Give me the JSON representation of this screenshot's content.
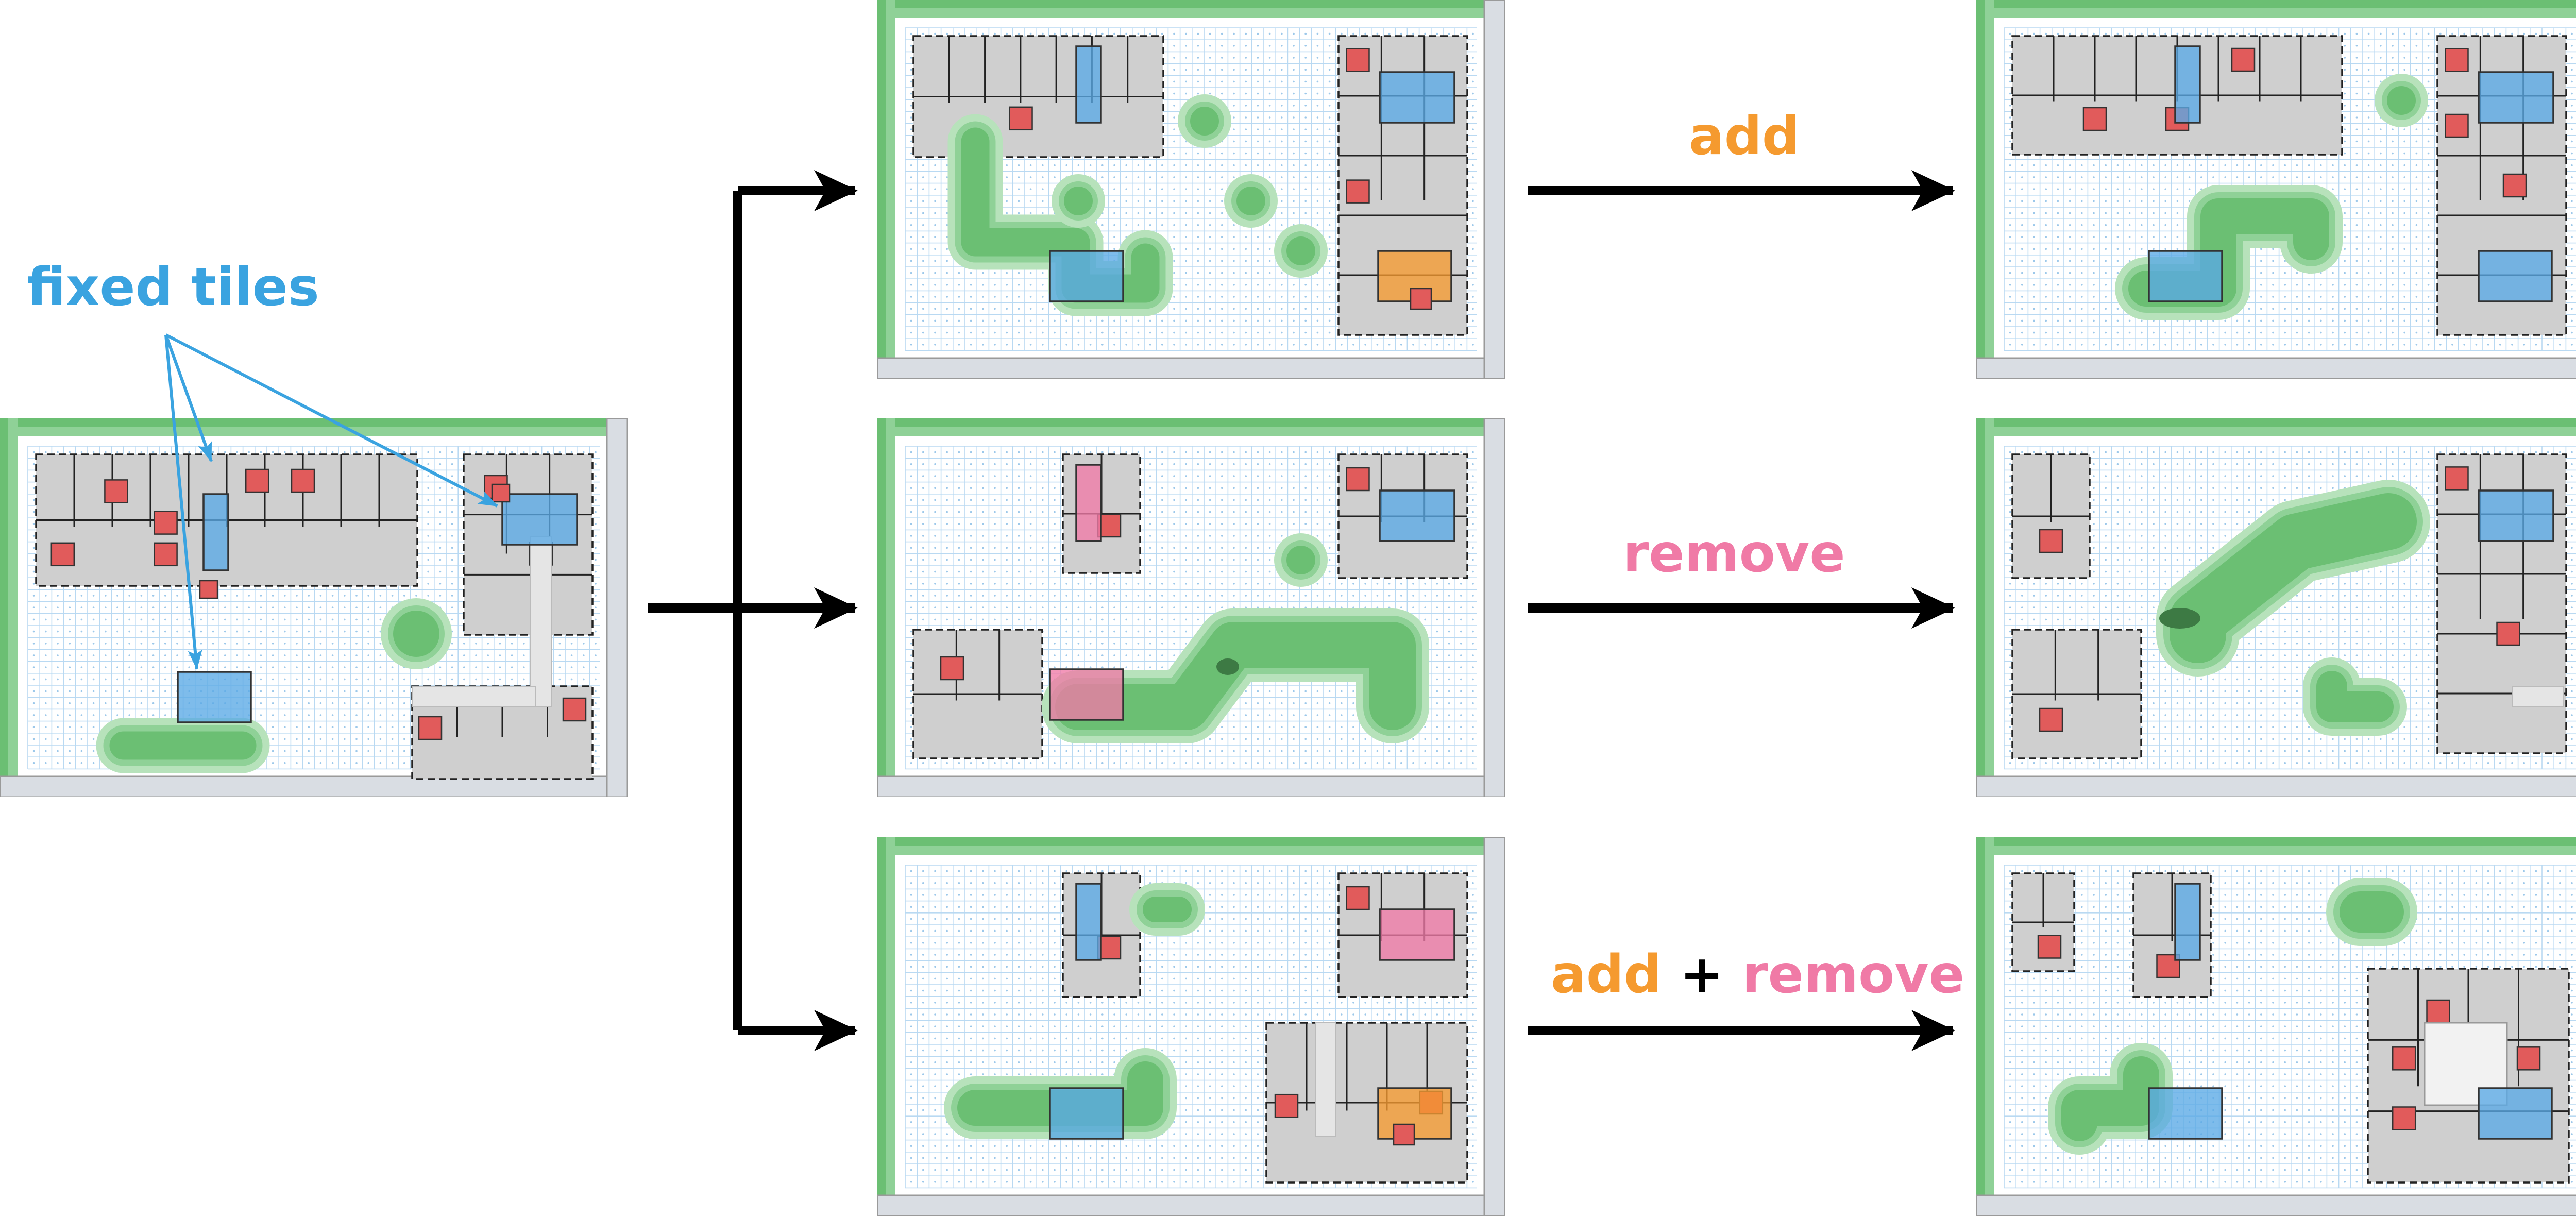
{
  "annotation": {
    "fixed_tiles_label": "fixed tiles"
  },
  "operations": {
    "add": {
      "label": "add"
    },
    "remove": {
      "label": "remove"
    },
    "add_remove": {
      "add_label": "add",
      "plus_label": "+",
      "remove_label": "remove"
    }
  },
  "colors": {
    "fixed_tile": "#5aa9e6",
    "add_highlight": "#f59a2f",
    "remove_highlight": "#f07aa6",
    "annotation": "#3aa3e0",
    "room_marker": "#e15b5b",
    "building": "#cfcfcf",
    "vegetation": "#6bbf73",
    "grid": "#b9d9f2",
    "wall": "#9a9a9a"
  },
  "maps": [
    {
      "id": "input",
      "role": "source map"
    },
    {
      "id": "add-before",
      "role": "branch add input"
    },
    {
      "id": "add-after",
      "role": "branch add result"
    },
    {
      "id": "remove-before",
      "role": "branch remove input"
    },
    {
      "id": "remove-after",
      "role": "branch remove result"
    },
    {
      "id": "both-before",
      "role": "branch add+remove input"
    },
    {
      "id": "both-after",
      "role": "branch add+remove result"
    }
  ]
}
